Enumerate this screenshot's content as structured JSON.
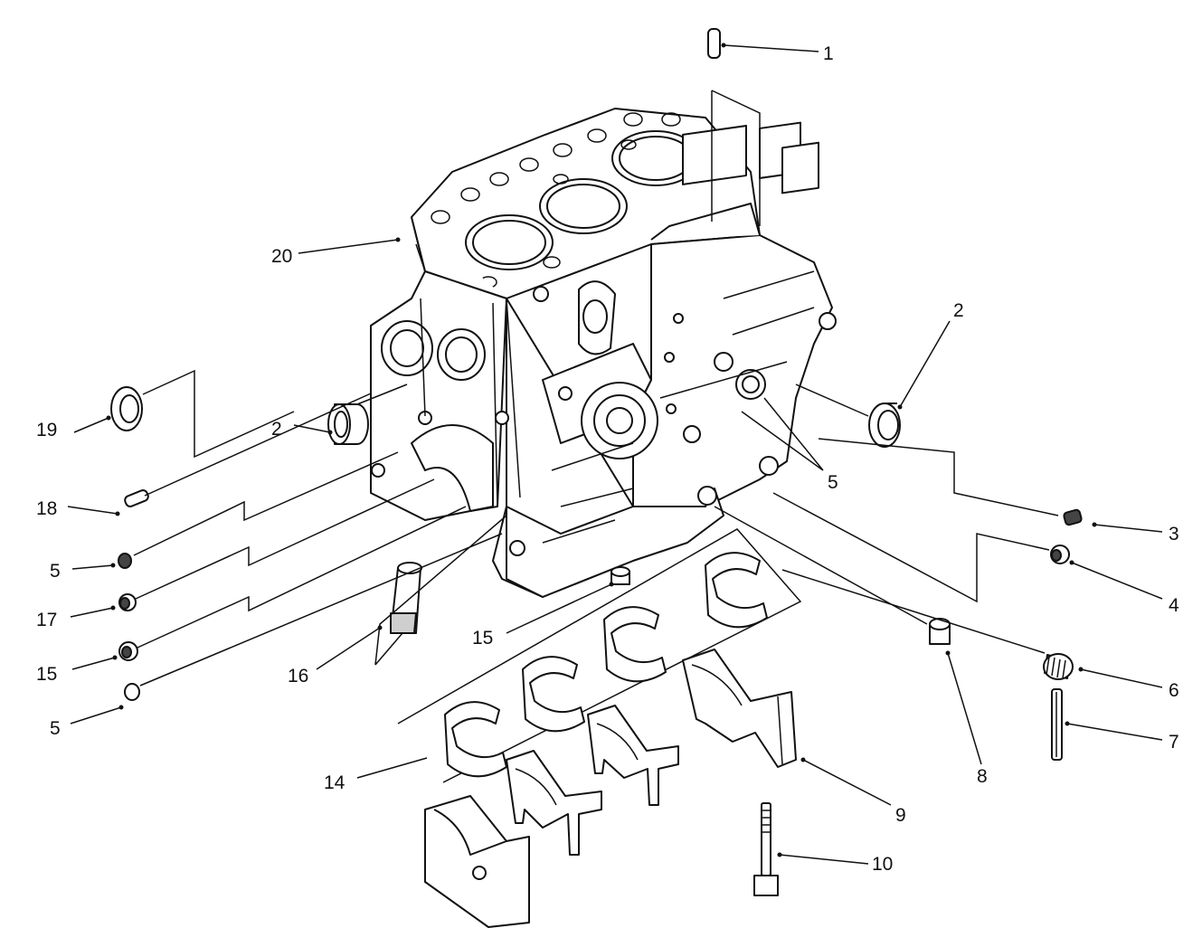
{
  "callouts": [
    {
      "id": "c1",
      "text": "1"
    },
    {
      "id": "c2r",
      "text": "2"
    },
    {
      "id": "c2l",
      "text": "2"
    },
    {
      "id": "c3",
      "text": "3"
    },
    {
      "id": "c4",
      "text": "4"
    },
    {
      "id": "c5a",
      "text": "5"
    },
    {
      "id": "c5b",
      "text": "5"
    },
    {
      "id": "c5c",
      "text": "5"
    },
    {
      "id": "c6",
      "text": "6"
    },
    {
      "id": "c7",
      "text": "7"
    },
    {
      "id": "c8",
      "text": "8"
    },
    {
      "id": "c9",
      "text": "9"
    },
    {
      "id": "c10",
      "text": "10"
    },
    {
      "id": "c14",
      "text": "14"
    },
    {
      "id": "c15a",
      "text": "15"
    },
    {
      "id": "c15b",
      "text": "15"
    },
    {
      "id": "c16",
      "text": "16"
    },
    {
      "id": "c17",
      "text": "17"
    },
    {
      "id": "c18",
      "text": "18"
    },
    {
      "id": "c19",
      "text": "19"
    },
    {
      "id": "c20",
      "text": "20"
    }
  ],
  "colors": {
    "ink": "#111111",
    "background": "#ffffff"
  }
}
